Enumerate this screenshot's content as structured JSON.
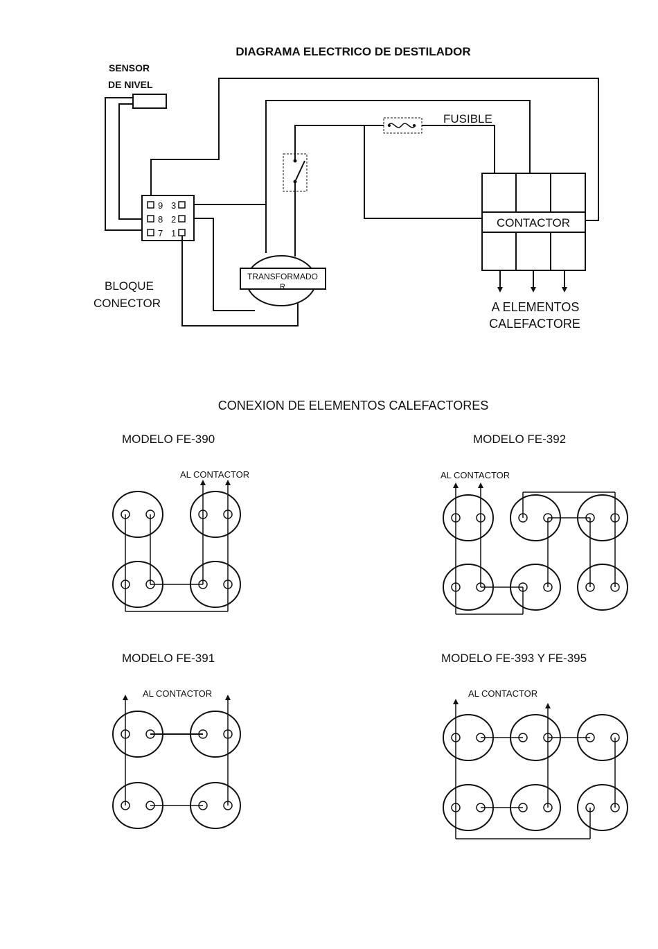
{
  "diagram": {
    "title": "DIAGRAMA ELECTRICO DE DESTILADOR",
    "sensor_label_1": "SENSOR",
    "sensor_label_2": "DE NIVEL",
    "fuse_label": "FUSIBLE",
    "contactor_label": "CONTACTOR",
    "transformer_label_1": "TRANSFORMADO",
    "transformer_label_2": "R",
    "block_label_1": "BLOQUE",
    "block_label_2": "CONECTOR",
    "output_label_1": "A ELEMENTOS",
    "output_label_2": "CALEFACTORE",
    "terminals": [
      "9",
      "8",
      "7",
      "3",
      "2",
      "1"
    ]
  },
  "connections": {
    "title": "CONEXION DE ELEMENTOS CALEFACTORES",
    "models": [
      {
        "name": "MODELO FE-390",
        "label": "AL CONTACTOR"
      },
      {
        "name": "MODELO FE-392",
        "label": "AL CONTACTOR"
      },
      {
        "name": "MODELO FE-391",
        "label": "AL CONTACTOR"
      },
      {
        "name": "MODELO FE-393 Y FE-395",
        "label": "AL CONTACTOR"
      }
    ]
  }
}
